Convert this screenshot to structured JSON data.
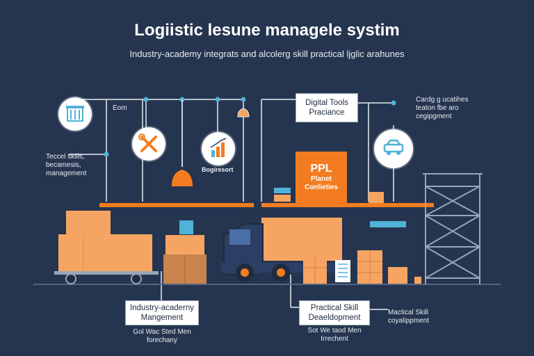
{
  "header": {
    "title": "Logiistic lesune managele systim",
    "subtitle": "Industry-academy integrats and alcolerg skill practical ljglic arahunes"
  },
  "labels": {
    "top_small": "Eom",
    "left_skills": "Teccel skills,\nbecamesis,\nmanagement",
    "mid_small": "Bogiresort",
    "right_top": "Cardg g ucatihes\nteaton fbe aro\ncegipgment"
  },
  "digital_tools": {
    "label": "Digital Tools\nPraciance"
  },
  "orange_card": {
    "line1": "PPL",
    "line2": "Planet\nConlieties"
  },
  "bottom": {
    "left_box": "Industry-acaderny\nMangement",
    "left_sub": "Gol Wac Sted Men\nforechany",
    "mid_box": "Practical Skill\nDeaeldopment",
    "mid_sub": "Sot We taod Men\nIrrechent",
    "right_label": "Mactical Skill\ncoyalippment"
  },
  "colors": {
    "background": "#26354f",
    "accent": "#f47c20",
    "box_orange": "#f5a561",
    "teal": "#4fb3d9",
    "navy": "#2c3e63"
  },
  "icons": [
    "building-icon",
    "tools-icon",
    "bar-chart-icon",
    "truck-icon",
    "conveyor-icon",
    "lamp-icon"
  ]
}
